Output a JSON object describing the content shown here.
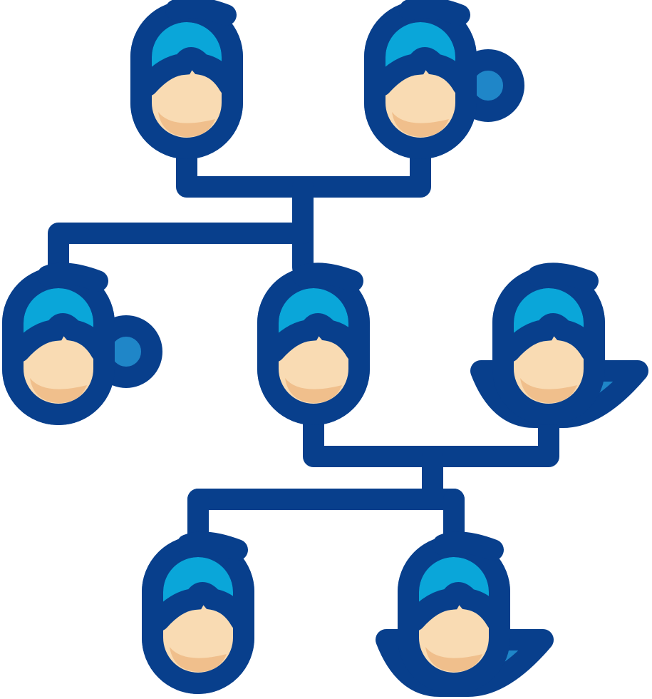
{
  "icon": {
    "name": "family-tree-icon",
    "description_visible_text": ""
  },
  "colors": {
    "outline": "#083f8c",
    "hair": "#0aa6d9",
    "hair_shade": "#1f86c8",
    "skin": "#f9dbb3",
    "skin_shade": "#f0bf8c",
    "background": "#ffffff"
  },
  "people": [
    {
      "id": "grandfather",
      "style": "short-hair"
    },
    {
      "id": "grandmother",
      "style": "bun"
    },
    {
      "id": "aunt",
      "style": "bun"
    },
    {
      "id": "father",
      "style": "short-hair"
    },
    {
      "id": "mother",
      "style": "bob"
    },
    {
      "id": "son",
      "style": "short-hair"
    },
    {
      "id": "daughter",
      "style": "bob"
    }
  ]
}
